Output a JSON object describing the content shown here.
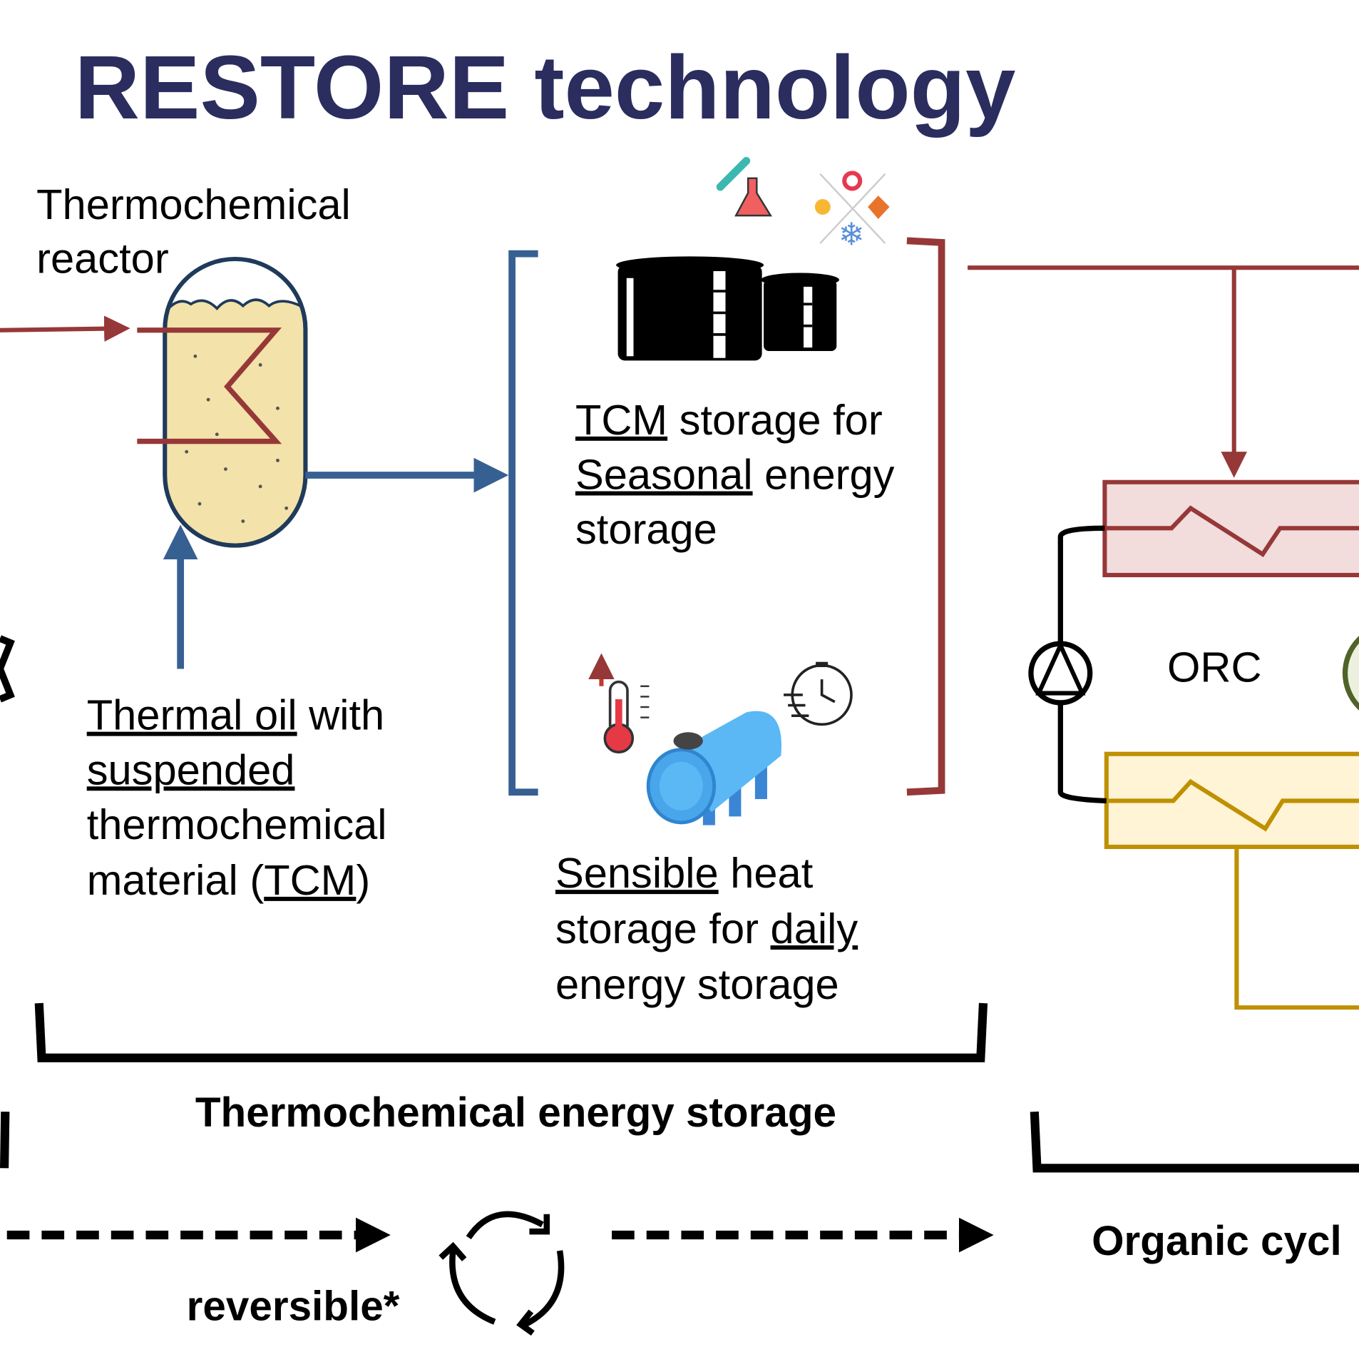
{
  "title": "RESTORE technology",
  "reactor_label": [
    "Thermochemical",
    "reactor"
  ],
  "thermal_oil": {
    "line1_u": "Thermal oil",
    "line1_rest": " with",
    "line2_u": "suspended",
    "line3": "thermochemical",
    "line4_pre": "material (",
    "line4_u": "TCM",
    "line4_post": ")"
  },
  "tcm_storage": {
    "line1_u": "TCM",
    "line1_rest": " storage for",
    "line2_u": "Seasonal",
    "line2_rest": " energy",
    "line3": "storage"
  },
  "sensible_storage": {
    "line1_u": "Sensible",
    "line1_rest": " heat",
    "line2_pre": "storage for ",
    "line2_u": "daily",
    "line3": "energy storage"
  },
  "orc_label": "ORC",
  "section_tes": "Thermochemical energy storage",
  "section_orc": "Organic cycl",
  "reversible": "reversible*",
  "colors": {
    "title": "#2b2d5e",
    "heat_red": "#963838",
    "oil_blue": "#376092",
    "cold_yellow": "#bf9000",
    "generator_green": "#4f6228"
  }
}
